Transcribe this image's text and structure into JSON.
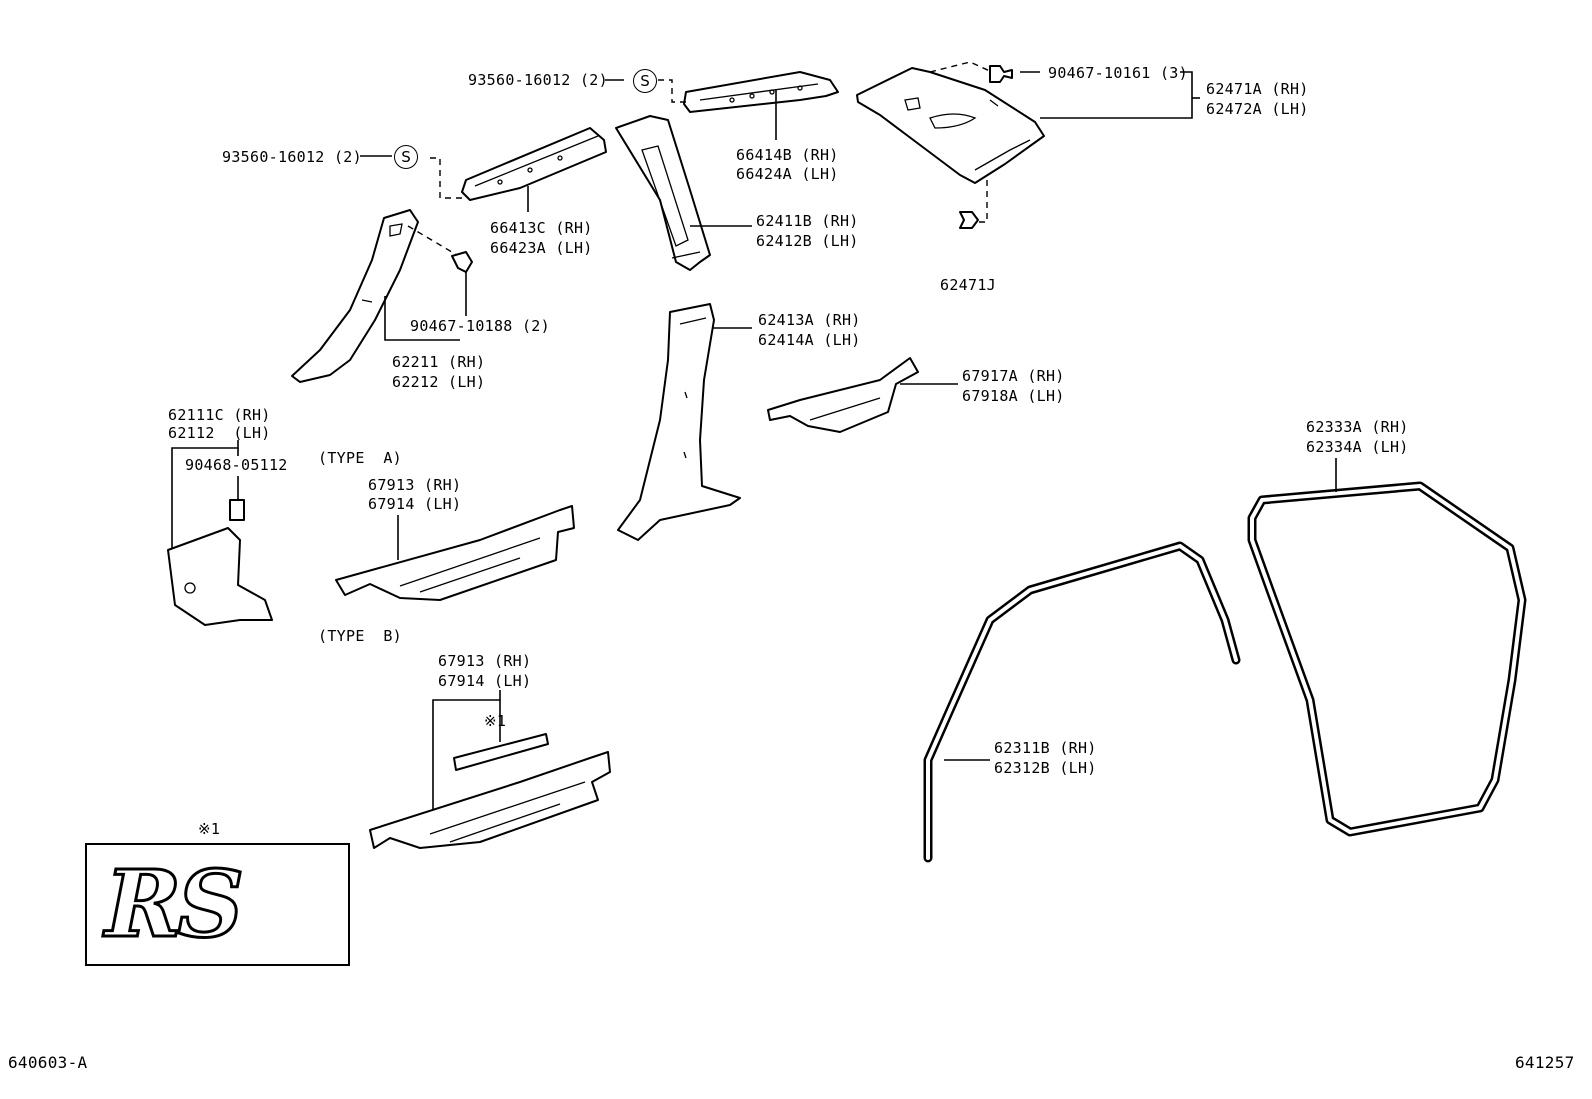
{
  "callouts": {
    "screw_upper": "93560-16012 (2)",
    "screw_left": "93560-16012 (2)",
    "clip_roof": "90467-10161 (3)",
    "roof_rh": "62471A (RH)",
    "roof_lh": "62472A (LH)",
    "rail_upper_rh": "66414B (RH)",
    "rail_upper_lh": "66424A (LH)",
    "rail_left_rh": "66413C (RH)",
    "rail_left_lh": "66423A (LH)",
    "cpillar_rh": "62411B (RH)",
    "cpillar_lh": "62412B (LH)",
    "clip_j": "62471J",
    "clip_apillar": "90467-10188 (2)",
    "apillar_rh": "62211 (RH)",
    "apillar_lh": "62212 (LH)",
    "bpillar_rh": "62413A (RH)",
    "bpillar_lh": "62414A (LH)",
    "scuff_rear_rh": "67917A (RH)",
    "scuff_rear_lh": "67918A (LH)",
    "kick_rh": "62111C (RH)",
    "kick_lh": "62112  (LH)",
    "clip_kick": "90468-05112",
    "type_a": "(TYPE  A)",
    "type_b": "(TYPE  B)",
    "scuff_a_rh": "67913 (RH)",
    "scuff_a_lh": "67914 (LH)",
    "scuff_b_rh": "67913 (RH)",
    "scuff_b_lh": "67914 (LH)",
    "note_mark": "※1",
    "note_mark_box": "※1",
    "ws_rear_rh": "62333A (RH)",
    "ws_rear_lh": "62334A (LH)",
    "ws_front_rh": "62311B (RH)",
    "ws_front_lh": "62312B (LH)",
    "s_symbol_1": "S",
    "s_symbol_2": "S",
    "emblem_text": "RS"
  },
  "footer": {
    "left_code": "640603-A",
    "right_code": "641257"
  }
}
